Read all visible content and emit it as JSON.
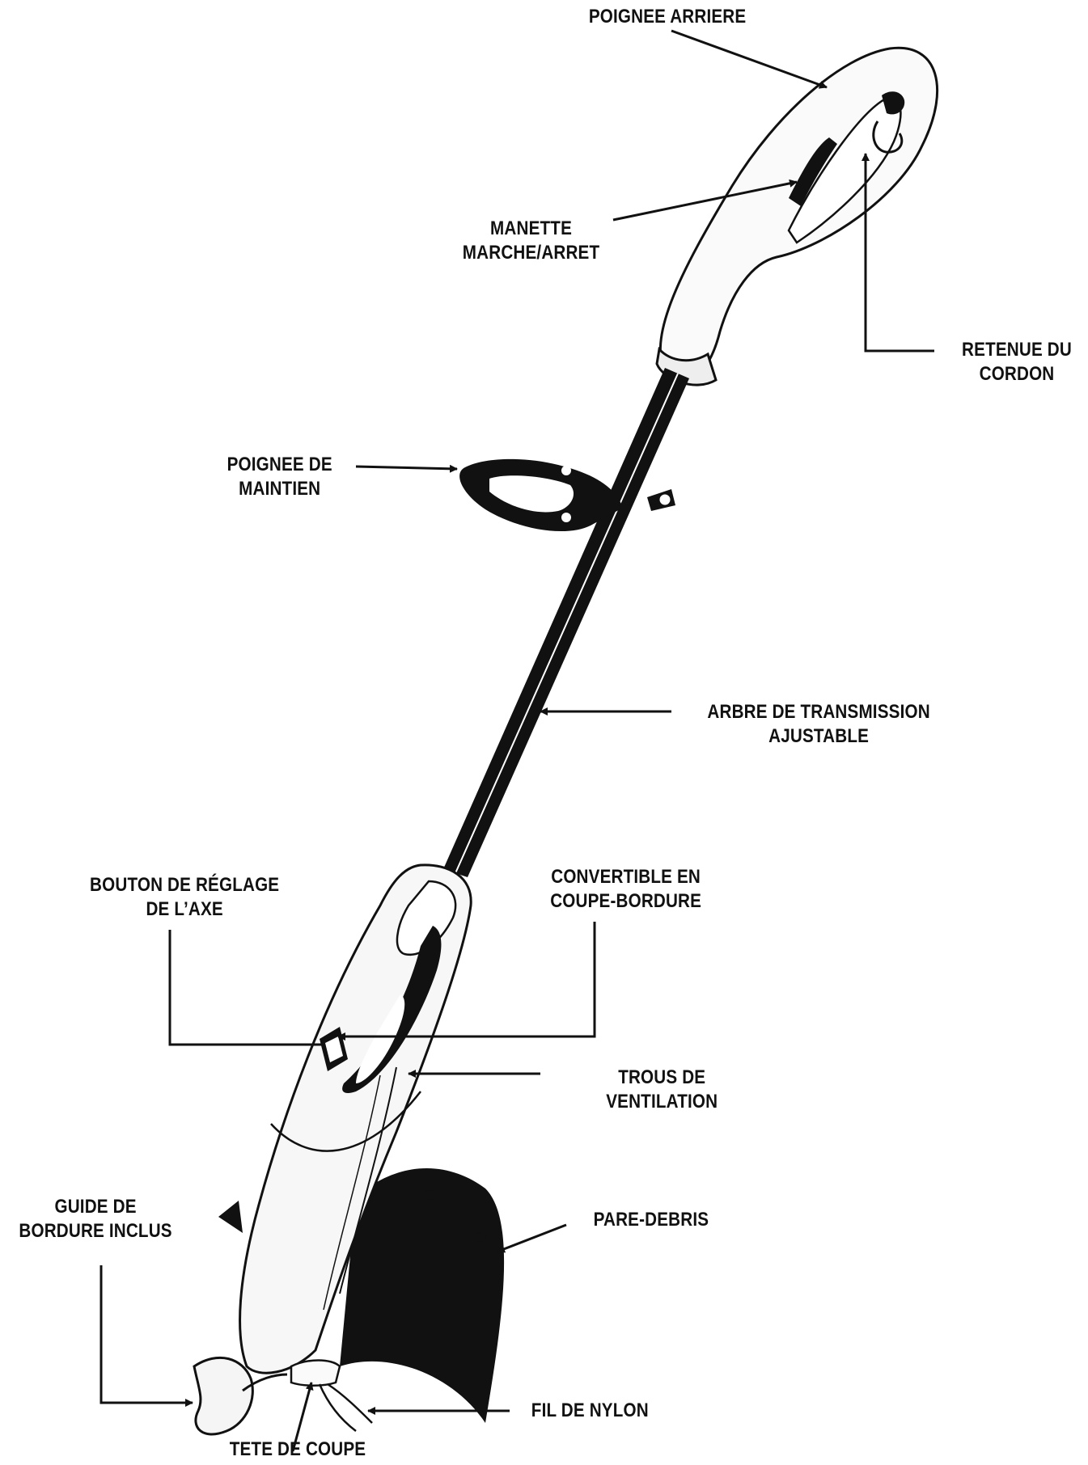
{
  "colors": {
    "ink": "#111111",
    "paper": "#ffffff",
    "body": "#f7f7f7"
  },
  "labels": {
    "poignee_arriere": [
      "POIGNEE ARRIERE"
    ],
    "manette": [
      "MANETTE",
      "MARCHE/ARRET"
    ],
    "retenue": [
      "RETENUE DU",
      "CORDON"
    ],
    "poignee_maintien": [
      "POIGNEE DE",
      "MAINTIEN"
    ],
    "arbre": [
      "ARBRE DE TRANSMISSION",
      "AJUSTABLE"
    ],
    "bouton": [
      "BOUTON DE RÉGLAGE",
      "DE L’AXE"
    ],
    "convertible": [
      "CONVERTIBLE EN",
      "COUPE-BORDURE"
    ],
    "trous": [
      "TROUS DE",
      "VENTILATION"
    ],
    "guide": [
      "GUIDE DE",
      "BORDURE INCLUS"
    ],
    "pare_debris": [
      "PARE-DEBRIS"
    ],
    "fil": [
      "FIL DE NYLON"
    ],
    "tete": [
      "TETE DE COUPE"
    ]
  }
}
